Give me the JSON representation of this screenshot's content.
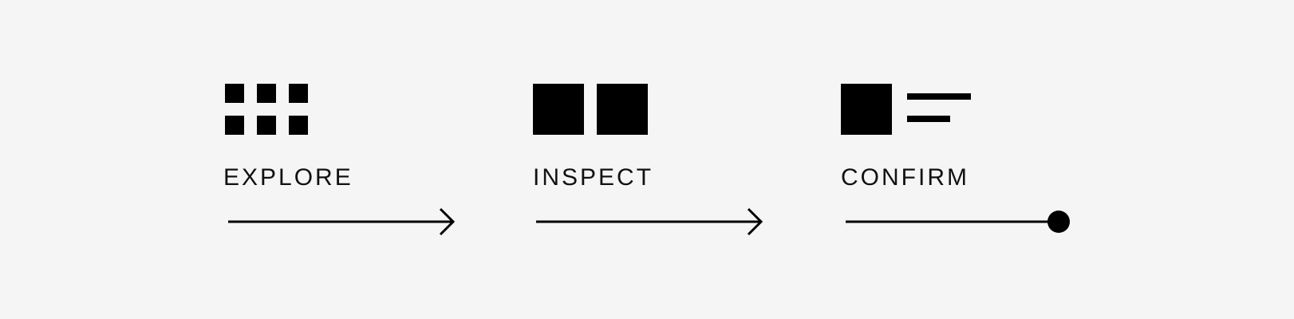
{
  "steps": [
    {
      "label": "EXPLORE",
      "icon": "grid-six-icon",
      "connector": "arrow"
    },
    {
      "label": "INSPECT",
      "icon": "two-squares-icon",
      "connector": "arrow"
    },
    {
      "label": "CONFIRM",
      "icon": "square-with-lines-icon",
      "connector": "dot-end"
    }
  ],
  "colors": {
    "background": "#f5f5f5",
    "ink": "#000000"
  }
}
